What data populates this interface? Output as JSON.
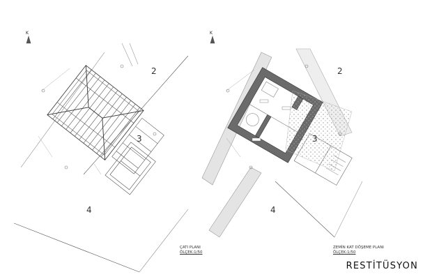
{
  "sheet_title": "RESTİTÜSYON",
  "north_label": "K",
  "plans": [
    {
      "name": "ÇATI PLANI",
      "scale": "ÖLÇEK:1/50",
      "zones": [
        "2",
        "3",
        "4"
      ]
    },
    {
      "name": "ZEMİN KAT DÖŞEME PLANI",
      "scale": "ÖLÇEK:1/50",
      "zones": [
        "2",
        "3",
        "4"
      ]
    }
  ],
  "colors": {
    "line": "#555555",
    "wall_fill": "#6b6b6b",
    "hatch": "#888888",
    "background": "#ffffff"
  }
}
